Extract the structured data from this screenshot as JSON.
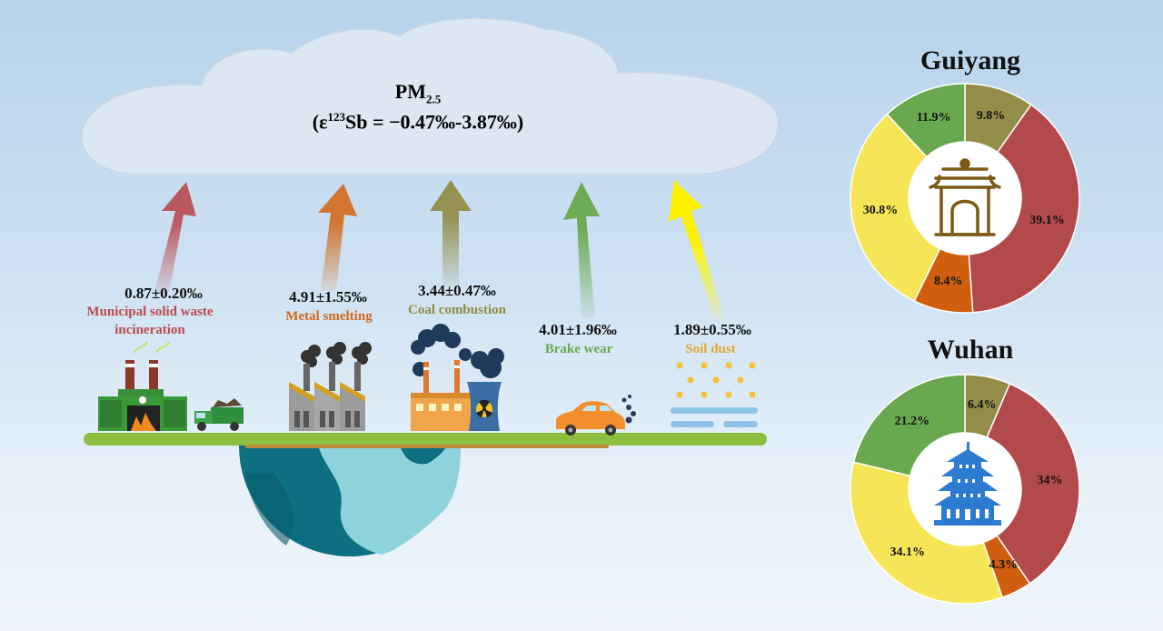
{
  "title": {
    "main": "PM",
    "sub": "2.5",
    "formula_prefix": "(ε",
    "formula_sup": "123",
    "formula_rest": "Sb = −0.47‰-3.87‰)"
  },
  "sources": [
    {
      "value": "0.87±0.20‰",
      "label_line1": "Municipal solid waste",
      "label_line2": "incineration",
      "color": "#b94a4d",
      "icon": "waste-incineration-plant-icon"
    },
    {
      "value": "4.91±1.55‰",
      "label_line1": "Metal smelting",
      "label_line2": "",
      "color": "#d4681a",
      "icon": "smelter-chimneys-icon"
    },
    {
      "value": "3.44±0.47‰",
      "label_line1": "Coal combustion",
      "label_line2": "",
      "color": "#8f8a43",
      "icon": "coal-power-plant-icon"
    },
    {
      "value": "4.01±1.96‰",
      "label_line1": "Brake wear",
      "label_line2": "",
      "color": "#6aa84f",
      "icon": "car-exhaust-icon"
    },
    {
      "value": "1.89±0.55‰",
      "label_line1": "Soil dust",
      "label_line2": "",
      "color": "#e6b53a",
      "icon": "dust-particles-icon"
    }
  ],
  "chart_data": [
    {
      "type": "pie",
      "title": "Guiyang",
      "categories": [
        "Coal combustion",
        "Municipal solid waste incineration",
        "Metal smelting",
        "Soil dust",
        "Brake wear"
      ],
      "values": [
        9.8,
        39.1,
        8.4,
        30.8,
        11.9
      ],
      "labels": [
        "9.8%",
        "39.1%",
        "8.4%",
        "30.8%",
        "11.9%"
      ],
      "colors": [
        "#948d4a",
        "#b24a4c",
        "#cf5f0f",
        "#f6e556",
        "#6aa84f"
      ],
      "icon": "pagoda-gate-icon"
    },
    {
      "type": "pie",
      "title": "Wuhan",
      "categories": [
        "Coal combustion",
        "Municipal solid waste incineration",
        "Metal smelting",
        "Soil dust",
        "Brake wear"
      ],
      "values": [
        6.4,
        34,
        4.3,
        34.1,
        21.2
      ],
      "labels": [
        "6.4%",
        "34%",
        "4.3%",
        "34.1%",
        "21.2%"
      ],
      "colors": [
        "#948d4a",
        "#b24a4c",
        "#cf5f0f",
        "#f6e556",
        "#6aa84f"
      ],
      "icon": "tower-pavilion-icon"
    }
  ]
}
